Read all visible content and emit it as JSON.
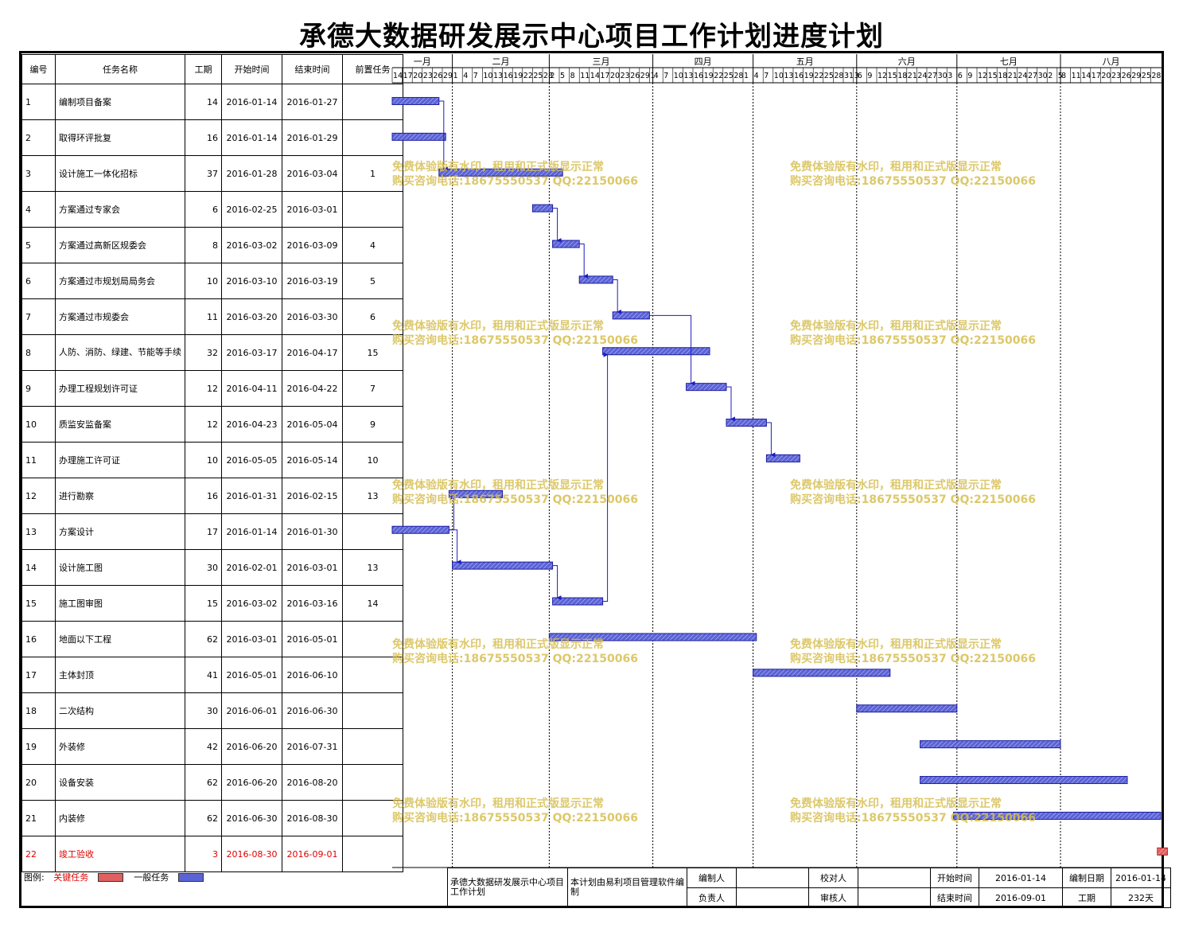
{
  "title": "承德大数据研发展示中心项目工作计划进度计划",
  "headers": {
    "id": "编号",
    "name": "任务名称",
    "duration": "工期",
    "start": "开始时间",
    "end": "结束时间",
    "predecessor": "前置任务"
  },
  "months": [
    "一月",
    "二月",
    "三月",
    "四月",
    "五月",
    "六月",
    "七月",
    "八月"
  ],
  "day_ticks": [
    "14",
    "17",
    "20",
    "23",
    "26",
    "29",
    "1",
    "4",
    "7",
    "10",
    "13",
    "16",
    "19",
    "22",
    "25",
    "28",
    "2",
    "5",
    "8",
    "11",
    "14",
    "17",
    "20",
    "23",
    "26",
    "29",
    "1",
    "4",
    "7",
    "10",
    "13",
    "16",
    "19",
    "22",
    "25",
    "28",
    "1",
    "4",
    "7",
    "10",
    "13",
    "16",
    "19",
    "22",
    "25",
    "28",
    "31",
    "3",
    "6",
    "9",
    "12",
    "15",
    "18",
    "21",
    "24",
    "27",
    "30",
    "3",
    "6",
    "9",
    "12",
    "15",
    "18",
    "21",
    "24",
    "27",
    "30",
    "2",
    "5",
    "8",
    "11",
    "14",
    "17",
    "20",
    "23",
    "26",
    "29"
  ],
  "colors": {
    "normal_bar": "#5b63d6",
    "critical_bar": "#e06060",
    "link": "#1c1cc4",
    "critical_text": "#e00000",
    "watermark": "#d6be50"
  },
  "chart_data": {
    "type": "gantt",
    "x_axis": {
      "start": "2016-01-14",
      "end": "2016-08-31",
      "unit": "day"
    },
    "tasks": [
      {
        "id": "1",
        "name": "编制项目备案",
        "duration": "14",
        "start": "2016-01-14",
        "end": "2016-01-27",
        "predecessor": "",
        "critical": false
      },
      {
        "id": "2",
        "name": "取得环评批复",
        "duration": "16",
        "start": "2016-01-14",
        "end": "2016-01-29",
        "predecessor": "",
        "critical": false
      },
      {
        "id": "3",
        "name": "设计施工一体化招标",
        "duration": "37",
        "start": "2016-01-28",
        "end": "2016-03-04",
        "predecessor": "1",
        "critical": false
      },
      {
        "id": "4",
        "name": "方案通过专家会",
        "duration": "6",
        "start": "2016-02-25",
        "end": "2016-03-01",
        "predecessor": "",
        "critical": false
      },
      {
        "id": "5",
        "name": "方案通过高新区规委会",
        "duration": "8",
        "start": "2016-03-02",
        "end": "2016-03-09",
        "predecessor": "4",
        "critical": false
      },
      {
        "id": "6",
        "name": "方案通过市规划局局务会",
        "duration": "10",
        "start": "2016-03-10",
        "end": "2016-03-19",
        "predecessor": "5",
        "critical": false
      },
      {
        "id": "7",
        "name": "方案通过市规委会",
        "duration": "11",
        "start": "2016-03-20",
        "end": "2016-03-30",
        "predecessor": "6",
        "critical": false
      },
      {
        "id": "8",
        "name": "人防、消防、绿建、节能等手续",
        "duration": "32",
        "start": "2016-03-17",
        "end": "2016-04-17",
        "predecessor": "15",
        "critical": false
      },
      {
        "id": "9",
        "name": "办理工程规划许可证",
        "duration": "12",
        "start": "2016-04-11",
        "end": "2016-04-22",
        "predecessor": "7",
        "critical": false
      },
      {
        "id": "10",
        "name": "质监安监备案",
        "duration": "12",
        "start": "2016-04-23",
        "end": "2016-05-04",
        "predecessor": "9",
        "critical": false
      },
      {
        "id": "11",
        "name": "办理施工许可证",
        "duration": "10",
        "start": "2016-05-05",
        "end": "2016-05-14",
        "predecessor": "10",
        "critical": false
      },
      {
        "id": "12",
        "name": "进行勘察",
        "duration": "16",
        "start": "2016-01-31",
        "end": "2016-02-15",
        "predecessor": "13",
        "critical": false
      },
      {
        "id": "13",
        "name": "方案设计",
        "duration": "17",
        "start": "2016-01-14",
        "end": "2016-01-30",
        "predecessor": "",
        "critical": false
      },
      {
        "id": "14",
        "name": "设计施工图",
        "duration": "30",
        "start": "2016-02-01",
        "end": "2016-03-01",
        "predecessor": "13",
        "critical": false
      },
      {
        "id": "15",
        "name": "施工图审图",
        "duration": "15",
        "start": "2016-03-02",
        "end": "2016-03-16",
        "predecessor": "14",
        "critical": false
      },
      {
        "id": "16",
        "name": "地面以下工程",
        "duration": "62",
        "start": "2016-03-01",
        "end": "2016-05-01",
        "predecessor": "",
        "critical": false
      },
      {
        "id": "17",
        "name": "主体封顶",
        "duration": "41",
        "start": "2016-05-01",
        "end": "2016-06-10",
        "predecessor": "",
        "critical": false
      },
      {
        "id": "18",
        "name": "二次结构",
        "duration": "30",
        "start": "2016-06-01",
        "end": "2016-06-30",
        "predecessor": "",
        "critical": false
      },
      {
        "id": "19",
        "name": "外装修",
        "duration": "42",
        "start": "2016-06-20",
        "end": "2016-07-31",
        "predecessor": "",
        "critical": false
      },
      {
        "id": "20",
        "name": "设备安装",
        "duration": "62",
        "start": "2016-06-20",
        "end": "2016-08-20",
        "predecessor": "",
        "critical": false
      },
      {
        "id": "21",
        "name": "内装修",
        "duration": "62",
        "start": "2016-06-30",
        "end": "2016-08-30",
        "predecessor": "",
        "critical": false
      },
      {
        "id": "22",
        "name": "竣工验收",
        "duration": "3",
        "start": "2016-08-30",
        "end": "2016-09-01",
        "predecessor": "",
        "critical": true
      }
    ]
  },
  "watermark": {
    "line1": "免费体验版有水印，租用和正式版显示正常",
    "line2": "购买咨询电话:18675550537 QQ:22150066"
  },
  "legend": {
    "label": "图例:",
    "critical": "关键任务",
    "normal": "一般任务"
  },
  "footer": {
    "project_name": "承德大数据研发展示中心项目工作计划",
    "software_note": "本计划由易利项目管理软件编制",
    "compiler_label": "编制人",
    "compiler": "",
    "checker_label": "校对人",
    "checker": "",
    "manager_label": "负责人",
    "manager": "",
    "reviewer_label": "审核人",
    "reviewer": "",
    "start_label": "开始时间",
    "start": "2016-01-14",
    "end_label": "结束时间",
    "end": "2016-09-01",
    "date_label": "编制日期",
    "date": "2016-01-14",
    "duration_label": "工期",
    "duration": "232天"
  }
}
